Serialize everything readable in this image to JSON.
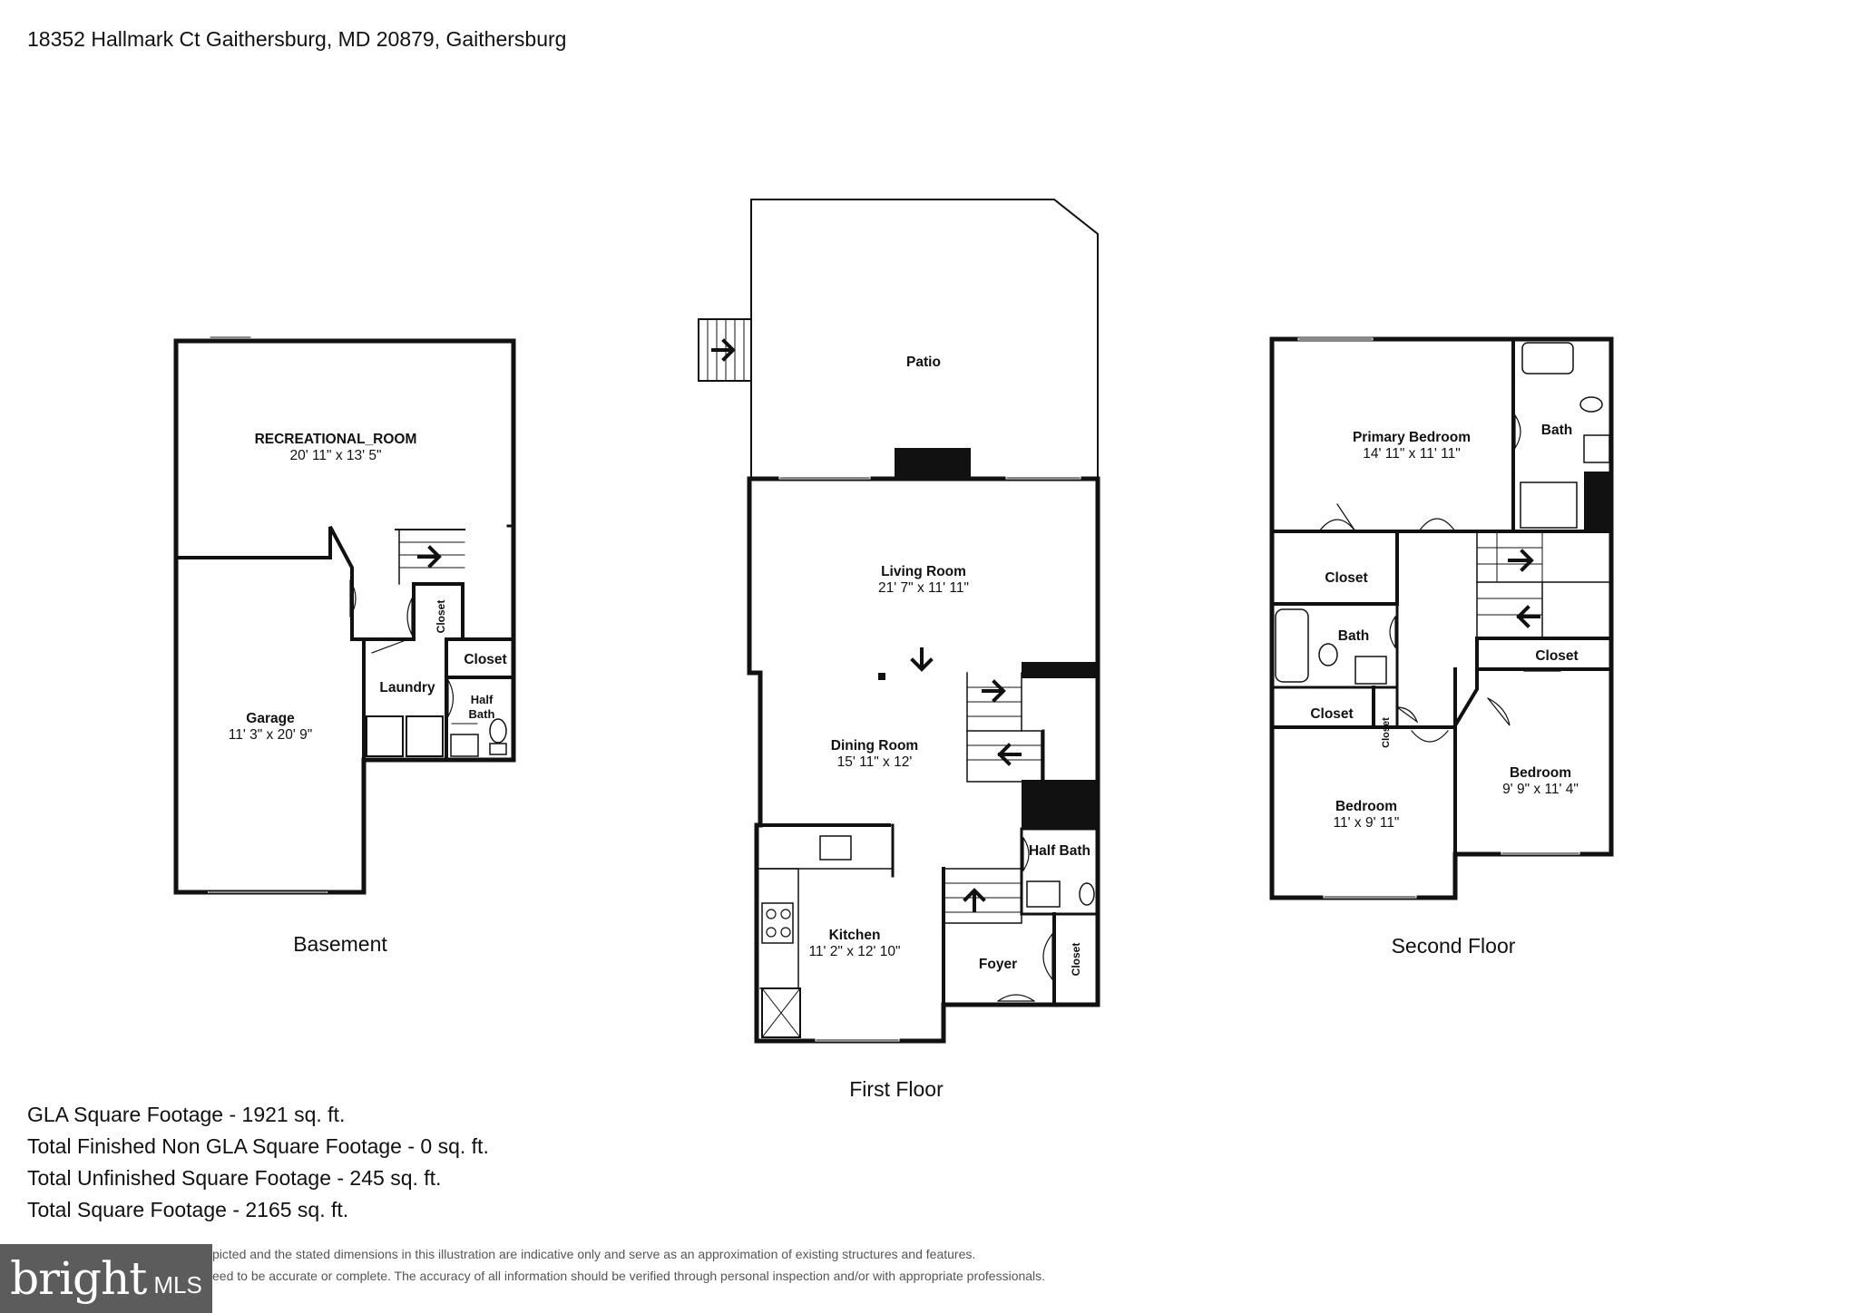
{
  "header": {
    "address": "18352 Hallmark Ct Gaithersburg, MD 20879, Gaithersburg"
  },
  "floors": {
    "basement": {
      "label": "Basement",
      "rooms": {
        "recreational_room": {
          "name": "RECREATIONAL_ROOM",
          "dims": "20' 11\" x 13' 5\""
        },
        "garage": {
          "name": "Garage",
          "dims": "11' 3\" x 20' 9\""
        },
        "laundry": {
          "name": "Laundry"
        },
        "closet_small": {
          "name": "Closet"
        },
        "closet": {
          "name": "Closet"
        },
        "half_bath_1": "Half",
        "half_bath_2": "Bath"
      }
    },
    "first": {
      "label": "First Floor",
      "rooms": {
        "patio": {
          "name": "Patio"
        },
        "living_room": {
          "name": "Living Room",
          "dims": "21' 7\" x 11' 11\""
        },
        "dining_room": {
          "name": "Dining Room",
          "dims": "15' 11\" x 12'"
        },
        "kitchen": {
          "name": "Kitchen",
          "dims": "11' 2\" x 12' 10\""
        },
        "half_bath": {
          "name": "Half Bath"
        },
        "foyer": {
          "name": "Foyer"
        },
        "closet": {
          "name": "Closet"
        }
      }
    },
    "second": {
      "label": "Second Floor",
      "rooms": {
        "primary_bedroom": {
          "name": "Primary Bedroom",
          "dims": "14' 11\" x 11' 11\""
        },
        "bath_primary": {
          "name": "Bath"
        },
        "closet_hall": {
          "name": "Closet"
        },
        "bath_hall": {
          "name": "Bath"
        },
        "closet_right": {
          "name": "Closet"
        },
        "closet_left": {
          "name": "Closet"
        },
        "closet_tiny": {
          "name": "Closet"
        },
        "bedroom_left": {
          "name": "Bedroom",
          "dims": "11' x 9' 11\""
        },
        "bedroom_right": {
          "name": "Bedroom",
          "dims": "9' 9\" x 11' 4\""
        }
      }
    }
  },
  "footage": {
    "gla": "GLA Square Footage - 1921 sq. ft.",
    "non_gla": "Total Finished Non GLA Square Footage - 0 sq. ft.",
    "unfinished": "Total Unfinished Square Footage - 245 sq. ft.",
    "total": "Total Square Footage - 2165 sq. ft."
  },
  "disclaimer": {
    "line1": "picted and the stated dimensions in this illustration are indicative only and serve as an approximation of existing structures and features.",
    "line2": "eed to be accurate or complete. The accuracy of all information should be verified through personal inspection and/or with appropriate professionals."
  },
  "logo": {
    "word": "bright",
    "suffix": "MLS"
  },
  "colors": {
    "wall": "#111111",
    "logo_bg": "#5c5c5c",
    "text": "#111111"
  }
}
